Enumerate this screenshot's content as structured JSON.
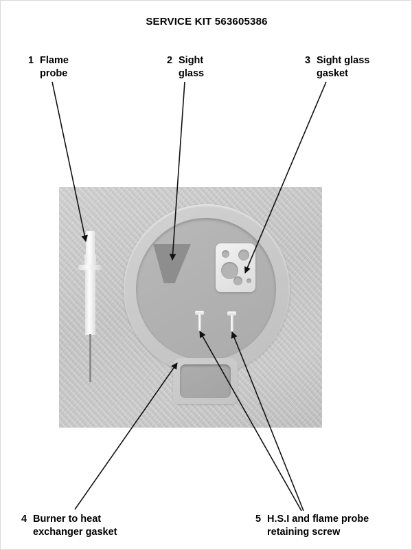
{
  "document": {
    "title": "SERVICE KIT 563605386"
  },
  "callouts": [
    {
      "number": "1",
      "line1": "Flame",
      "line2": "probe",
      "full_text": "Flame probe"
    },
    {
      "number": "2",
      "line1": "Sight",
      "line2": "glass",
      "full_text": "Sight glass"
    },
    {
      "number": "3",
      "line1": "Sight glass",
      "line2": "gasket",
      "full_text": "Sight glass gasket"
    },
    {
      "number": "4",
      "line1": "Burner to heat",
      "line2": "exchanger gasket",
      "full_text": "Burner to heat exchanger gasket"
    },
    {
      "number": "5",
      "line1": "H.S.I and flame probe",
      "line2": "retaining screw",
      "full_text": "H.S.I and flame probe retaining screw"
    }
  ],
  "photo": {
    "description": "Grayscale photograph of service kit parts laid on a textured board",
    "parts": [
      "flame-probe",
      "burner-to-heat-exchanger-gasket-ring",
      "sight-glass",
      "sight-glass-gasket-plate",
      "retaining-screw-left",
      "retaining-screw-right"
    ]
  },
  "colors": {
    "page_background": "#ffffff",
    "text": "#000000",
    "leader_line": "#111111",
    "photo_background": "#c4c4c4",
    "gasket_ring": "#c9c9c9",
    "gasket_plate": "#e8e8e8",
    "probe_body": "#f2f2f2"
  }
}
